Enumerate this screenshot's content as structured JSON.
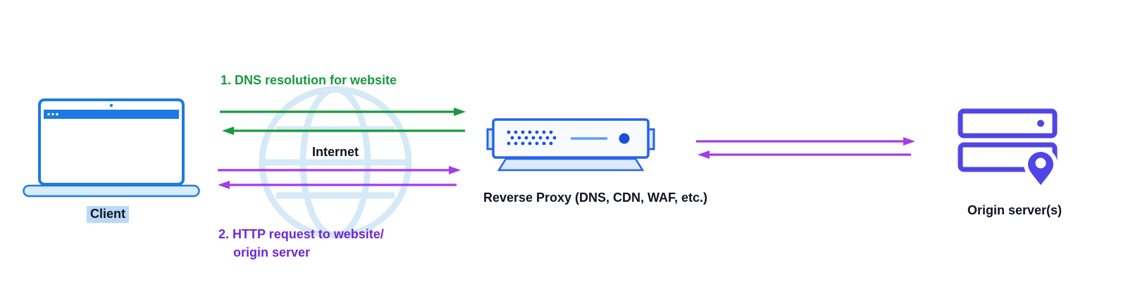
{
  "nodes": {
    "client": {
      "label": "Client",
      "icon": "laptop-icon"
    },
    "internet": {
      "label": "Internet",
      "icon": "globe-icon"
    },
    "reverse_proxy": {
      "label": "Reverse Proxy (DNS, CDN, WAF, etc.)",
      "icon": "proxy-server-icon"
    },
    "origin": {
      "label": "Origin server(s)",
      "icon": "server-stack-location-icon"
    }
  },
  "annotations": {
    "step1": {
      "text": "1. DNS resolution for website"
    },
    "step2": {
      "line1": "2. HTTP request to website/",
      "line2": "origin server"
    }
  },
  "arrows": {
    "dns_request": "green right arrow: client to internet/proxy",
    "dns_response": "green left arrow: internet/proxy to client",
    "http_request": "purple right arrow: client to internet/proxy",
    "http_response": "purple left arrow: internet/proxy to client",
    "proxy_to_origin": "purple right arrow: proxy to origin",
    "origin_to_proxy": "purple left arrow: origin to proxy"
  },
  "colors": {
    "green_arrow": "#18993e",
    "purple_arrow": "#a43ce8",
    "client_blue": "#1d7ae2",
    "proxy_blue": "#2563eb",
    "proxy_dark_blue": "#1d4ed8",
    "origin_purple": "#4f46e5",
    "globe_light_blue": "#d5e9f7",
    "client_highlight": "#b9d9f6",
    "label_text": "#0f1222",
    "step2_text": "#6d28d9"
  }
}
